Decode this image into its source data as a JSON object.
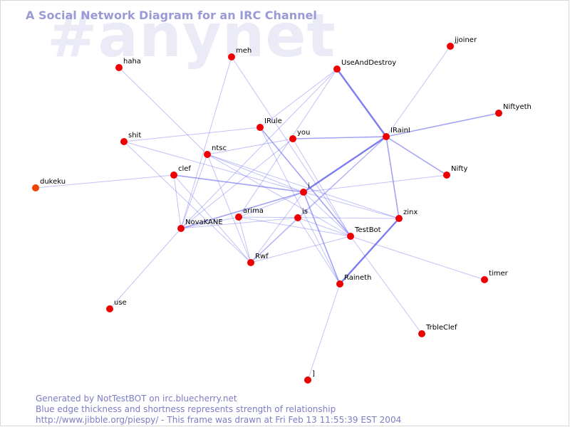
{
  "watermark": "#anynet",
  "title": "A Social Network Diagram for an IRC Channel",
  "footer": {
    "line1": "Generated by NotTestBOT on irc.bluecherry.net",
    "line2": "Blue edge thickness and shortness represents strength of relationship",
    "line3": "http://www.jibble.org/piespy/ - This frame was drawn at Fri Feb 13 11:55:39 EST 2004"
  },
  "colors": {
    "edge": "#6666ee",
    "node": "#ee0000",
    "node_inactive": "#ee4400",
    "watermark": "#ebebf8",
    "title": "#9a9ad6"
  },
  "nodes": [
    {
      "id": "haha",
      "label": "haha"
    },
    {
      "id": "meh",
      "label": "meh"
    },
    {
      "id": "UseAndDestroy",
      "label": "UseAndDestroy"
    },
    {
      "id": "jjoiner",
      "label": "jjoiner"
    },
    {
      "id": "Niftyeth",
      "label": "Niftyeth"
    },
    {
      "id": "IRule",
      "label": "IRule"
    },
    {
      "id": "you",
      "label": "you"
    },
    {
      "id": "IRainI",
      "label": "IRainI"
    },
    {
      "id": "shit",
      "label": "shit"
    },
    {
      "id": "ntsc",
      "label": "ntsc"
    },
    {
      "id": "clef",
      "label": "clef"
    },
    {
      "id": "dukeku",
      "label": "dukeku",
      "inactive": true
    },
    {
      "id": "Nifty",
      "label": "Nifty"
    },
    {
      "id": "i",
      "label": "i"
    },
    {
      "id": "arima",
      "label": "arima"
    },
    {
      "id": "is",
      "label": "is"
    },
    {
      "id": "zinx",
      "label": "zinx"
    },
    {
      "id": "NovaKANE",
      "label": "NovaKANE"
    },
    {
      "id": "TestBot",
      "label": "TestBot"
    },
    {
      "id": "Rwf",
      "label": "Rwf"
    },
    {
      "id": "Raineth",
      "label": "Raineth"
    },
    {
      "id": "timer",
      "label": "timer"
    },
    {
      "id": "use",
      "label": "use"
    },
    {
      "id": "TrbleClef",
      "label": "TrbleClef"
    },
    {
      "id": "]",
      "label": "]"
    }
  ],
  "edges": [
    {
      "source": "haha",
      "target": "ntsc",
      "weight": 1
    },
    {
      "source": "meh",
      "target": "NovaKANE",
      "weight": 1
    },
    {
      "source": "meh",
      "target": "TestBot",
      "weight": 1
    },
    {
      "source": "UseAndDestroy",
      "target": "IRule",
      "weight": 1
    },
    {
      "source": "UseAndDestroy",
      "target": "IRainI",
      "weight": 3
    },
    {
      "source": "UseAndDestroy",
      "target": "NovaKANE",
      "weight": 1
    },
    {
      "source": "UseAndDestroy",
      "target": "arima",
      "weight": 1
    },
    {
      "source": "jjoiner",
      "target": "IRainI",
      "weight": 1
    },
    {
      "source": "Niftyeth",
      "target": "IRainI",
      "weight": 2
    },
    {
      "source": "IRule",
      "target": "shit",
      "weight": 1
    },
    {
      "source": "IRule",
      "target": "TestBot",
      "weight": 2
    },
    {
      "source": "IRule",
      "target": "Raineth",
      "weight": 1
    },
    {
      "source": "you",
      "target": "IRainI",
      "weight": 2
    },
    {
      "source": "you",
      "target": "ntsc",
      "weight": 1
    },
    {
      "source": "you",
      "target": "NovaKANE",
      "weight": 1
    },
    {
      "source": "you",
      "target": "TestBot",
      "weight": 1
    },
    {
      "source": "IRainI",
      "target": "Nifty",
      "weight": 2
    },
    {
      "source": "IRainI",
      "target": "zinx",
      "weight": 2
    },
    {
      "source": "IRainI",
      "target": "i",
      "weight": 3
    },
    {
      "source": "IRainI",
      "target": "Rwf",
      "weight": 1
    },
    {
      "source": "IRainI",
      "target": "is",
      "weight": 1
    },
    {
      "source": "shit",
      "target": "i",
      "weight": 1
    },
    {
      "source": "shit",
      "target": "Rwf",
      "weight": 1
    },
    {
      "source": "ntsc",
      "target": "NovaKANE",
      "weight": 1
    },
    {
      "source": "ntsc",
      "target": "i",
      "weight": 1
    },
    {
      "source": "ntsc",
      "target": "Rwf",
      "weight": 1
    },
    {
      "source": "ntsc",
      "target": "TestBot",
      "weight": 1
    },
    {
      "source": "ntsc",
      "target": "zinx",
      "weight": 1
    },
    {
      "source": "clef",
      "target": "dukeku",
      "weight": 1
    },
    {
      "source": "clef",
      "target": "i",
      "weight": 2
    },
    {
      "source": "clef",
      "target": "NovaKANE",
      "weight": 1
    },
    {
      "source": "clef",
      "target": "Rwf",
      "weight": 1
    },
    {
      "source": "i",
      "target": "NovaKANE",
      "weight": 2
    },
    {
      "source": "i",
      "target": "Nifty",
      "weight": 1
    },
    {
      "source": "i",
      "target": "Raineth",
      "weight": 2
    },
    {
      "source": "i",
      "target": "TestBot",
      "weight": 1
    },
    {
      "source": "i",
      "target": "Rwf",
      "weight": 1
    },
    {
      "source": "i",
      "target": "arima",
      "weight": 1
    },
    {
      "source": "i",
      "target": "zinx",
      "weight": 1
    },
    {
      "source": "arima",
      "target": "NovaKANE",
      "weight": 1
    },
    {
      "source": "arima",
      "target": "zinx",
      "weight": 1
    },
    {
      "source": "arima",
      "target": "TestBot",
      "weight": 1
    },
    {
      "source": "arima",
      "target": "Rwf",
      "weight": 1
    },
    {
      "source": "is",
      "target": "NovaKANE",
      "weight": 1
    },
    {
      "source": "is",
      "target": "Raineth",
      "weight": 1
    },
    {
      "source": "is",
      "target": "Rwf",
      "weight": 1
    },
    {
      "source": "is",
      "target": "TestBot",
      "weight": 1
    },
    {
      "source": "zinx",
      "target": "Raineth",
      "weight": 3
    },
    {
      "source": "NovaKANE",
      "target": "use",
      "weight": 1
    },
    {
      "source": "TestBot",
      "target": "timer",
      "weight": 1
    },
    {
      "source": "TestBot",
      "target": "TrbleClef",
      "weight": 1
    },
    {
      "source": "TestBot",
      "target": "Rwf",
      "weight": 1
    },
    {
      "source": "Raineth",
      "target": "]",
      "weight": 1
    }
  ]
}
